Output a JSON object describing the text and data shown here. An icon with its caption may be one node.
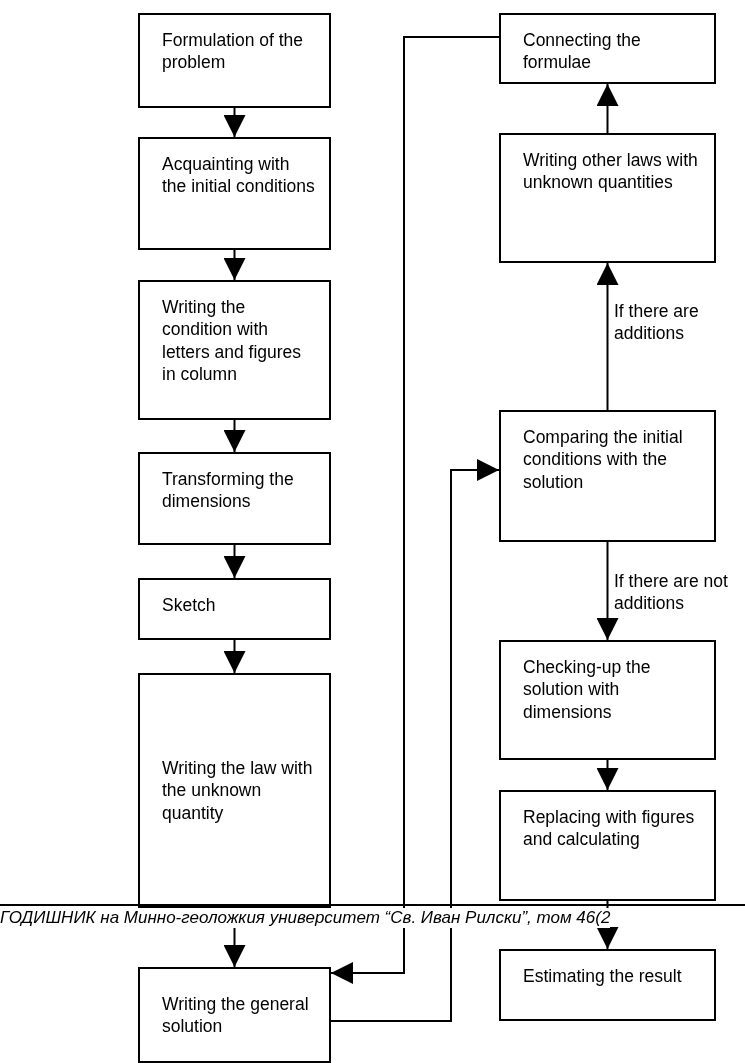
{
  "diagram": {
    "nodes": [
      {
        "text": [
          "Formulation of the problem"
        ]
      },
      {
        "text": [
          "Acquainting with the initial conditions"
        ]
      },
      {
        "text": [
          "Writing the condition with letters and figures in column"
        ]
      },
      {
        "text": [
          "Transforming the dimensions"
        ]
      },
      {
        "text": [
          "Sketch"
        ]
      },
      {
        "text": [
          "Writing the law with the unknown quantity"
        ]
      },
      {
        "text": [
          "Writing the general solution"
        ]
      },
      {
        "text": [
          "Connecting the formulae"
        ]
      },
      {
        "text": [
          "Writing other laws with unknown quantities"
        ]
      },
      {
        "text": [
          "Comparing the initial conditions with the solution"
        ]
      },
      {
        "text": [
          "Checking-up the solution with dimensions"
        ]
      },
      {
        "text": [
          "Replacing with figures and calculating"
        ]
      },
      {
        "text": [
          "Estimating the result"
        ]
      }
    ],
    "edges": [
      {
        "from": 0,
        "to": 1,
        "arrow": "to"
      },
      {
        "from": 1,
        "to": 2,
        "arrow": "to"
      },
      {
        "from": 2,
        "to": 3,
        "arrow": "to"
      },
      {
        "from": 3,
        "to": 4,
        "arrow": "to"
      },
      {
        "from": 4,
        "to": 5,
        "arrow": "to"
      },
      {
        "from": 5,
        "to": 6,
        "arrow": "to"
      },
      {
        "from": 6,
        "to": 9,
        "arrow": "to"
      },
      {
        "from": 7,
        "to": 6,
        "arrow": "to"
      },
      {
        "from": 8,
        "to": 7,
        "arrow": "to"
      },
      {
        "from": 9,
        "to": 8,
        "arrow": "to",
        "label": "If there are additions"
      },
      {
        "from": 9,
        "to": 10,
        "arrow": "to",
        "label": "If there are not additions"
      },
      {
        "from": 10,
        "to": 11,
        "arrow": "to"
      },
      {
        "from": 11,
        "to": 12,
        "arrow": "to"
      }
    ],
    "labels": [
      "ГОДИШНИК на Минно-геоложкия университет “Св. Иван Рилски”, том 46(2"
    ]
  }
}
